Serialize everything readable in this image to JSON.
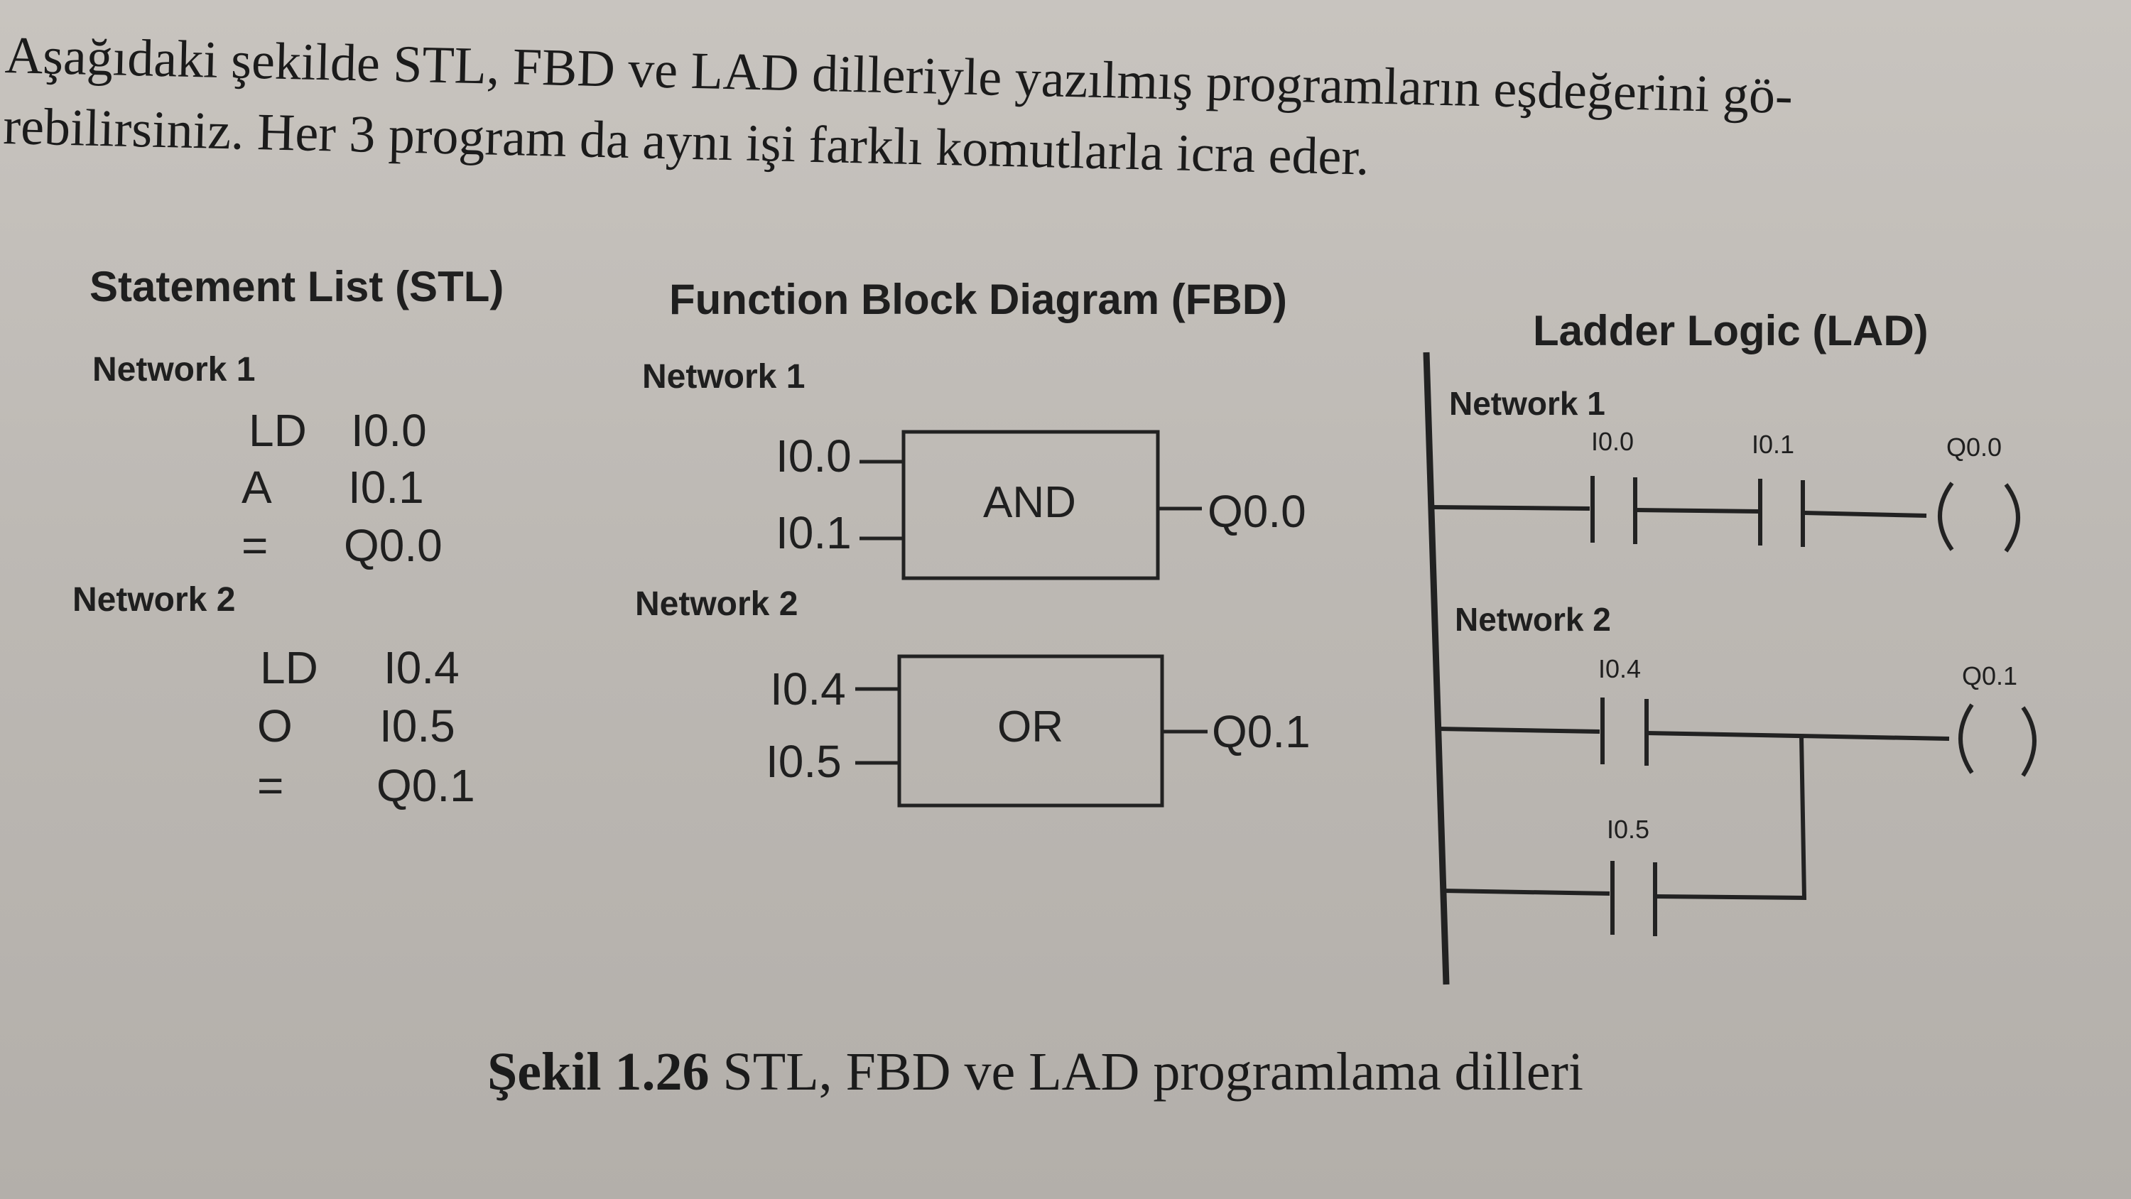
{
  "intro": {
    "line1": "Aşağıdaki şekilde STL, FBD ve LAD dilleriyle yazılmış programların eşdeğerini gö-",
    "line2": "rebilirsiniz. Her 3 program da aynı işi farklı komutlarla icra eder."
  },
  "stl": {
    "title": "Statement List (STL)",
    "network1": {
      "label": "Network 1",
      "rows": [
        {
          "op": "LD",
          "operand": "I0.0"
        },
        {
          "op": "A",
          "operand": "I0.1"
        },
        {
          "op": "=",
          "operand": "Q0.0"
        }
      ]
    },
    "network2": {
      "label": "Network 2",
      "rows": [
        {
          "op": "LD",
          "operand": "I0.4"
        },
        {
          "op": "O",
          "operand": "I0.5"
        },
        {
          "op": "=",
          "operand": "Q0.1"
        }
      ]
    }
  },
  "fbd": {
    "title": "Function Block Diagram (FBD)",
    "network1": {
      "label": "Network 1",
      "in1": "I0.0",
      "in2": "I0.1",
      "block": "AND",
      "out": "Q0.0"
    },
    "network2": {
      "label": "Network 2",
      "in1": "I0.4",
      "in2": "I0.5",
      "block": "OR",
      "out": "Q0.1"
    }
  },
  "lad": {
    "title": "Ladder Logic (LAD)",
    "network1": {
      "label": "Network 1",
      "contact1": "I0.0",
      "contact2": "I0.1",
      "coil": "Q0.0"
    },
    "network2": {
      "label": "Network 2",
      "contact1": "I0.4",
      "contact2": "I0.5",
      "coil": "Q0.1"
    }
  },
  "caption": {
    "figure_no": "Şekil 1.26",
    "text": "STL, FBD ve LAD programlama dilleri"
  }
}
